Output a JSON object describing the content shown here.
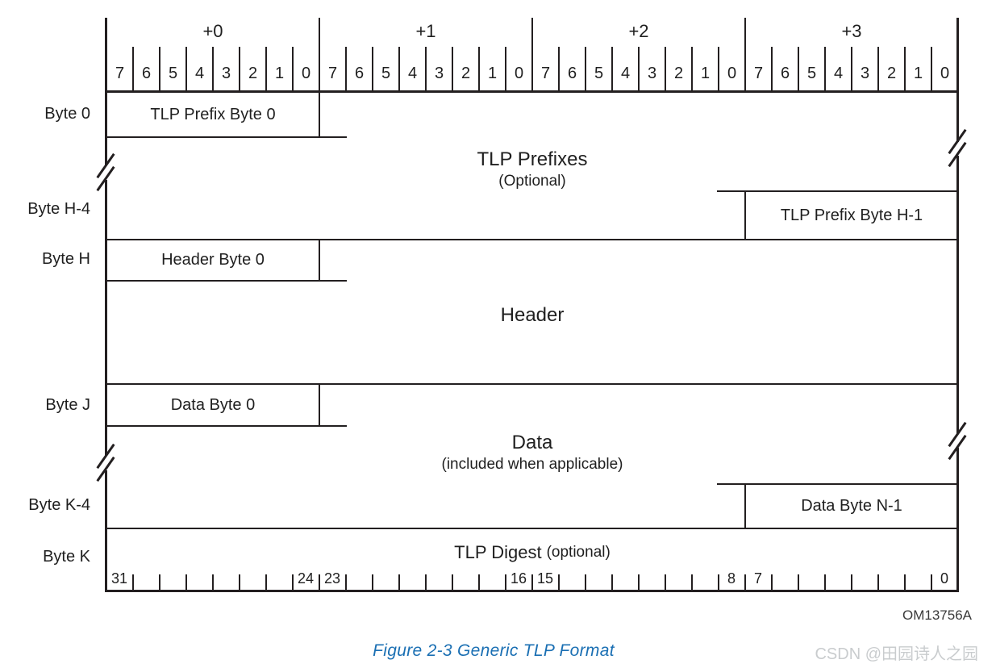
{
  "figure": {
    "byte_group_headers": [
      "+0",
      "+1",
      "+2",
      "+3"
    ],
    "bit_labels": [
      "7",
      "6",
      "5",
      "4",
      "3",
      "2",
      "1",
      "0"
    ],
    "row_labels": [
      "Byte 0",
      "Byte H-4",
      "Byte H",
      "Byte J",
      "Byte K-4",
      "Byte K"
    ],
    "cells": {
      "tlp_prefix_byte_0": "TLP Prefix Byte 0",
      "tlp_prefixes_title": "TLP Prefixes",
      "tlp_prefixes_note": "(Optional)",
      "tlp_prefix_byte_h_minus_1": "TLP Prefix Byte H-1",
      "header_byte_0": "Header Byte 0",
      "header_title": "Header",
      "data_byte_0": "Data Byte 0",
      "data_title": "Data",
      "data_note": "(included when applicable)",
      "data_byte_n_minus_1": "Data Byte N-1",
      "tlp_digest_title": "TLP Digest",
      "tlp_digest_note": "(optional)"
    },
    "bottom_bit_scale": [
      "31",
      "24",
      "23",
      "16",
      "15",
      "8",
      "7",
      "0"
    ],
    "part_number": "OM13756A"
  },
  "caption": "Figure 2-3 Generic TLP Format",
  "watermark": "CSDN @田园诗人之园",
  "colors": {
    "line": "#231f20",
    "caption_blue": "#1a6fb3",
    "watermark_gray": "#c9ccce"
  }
}
